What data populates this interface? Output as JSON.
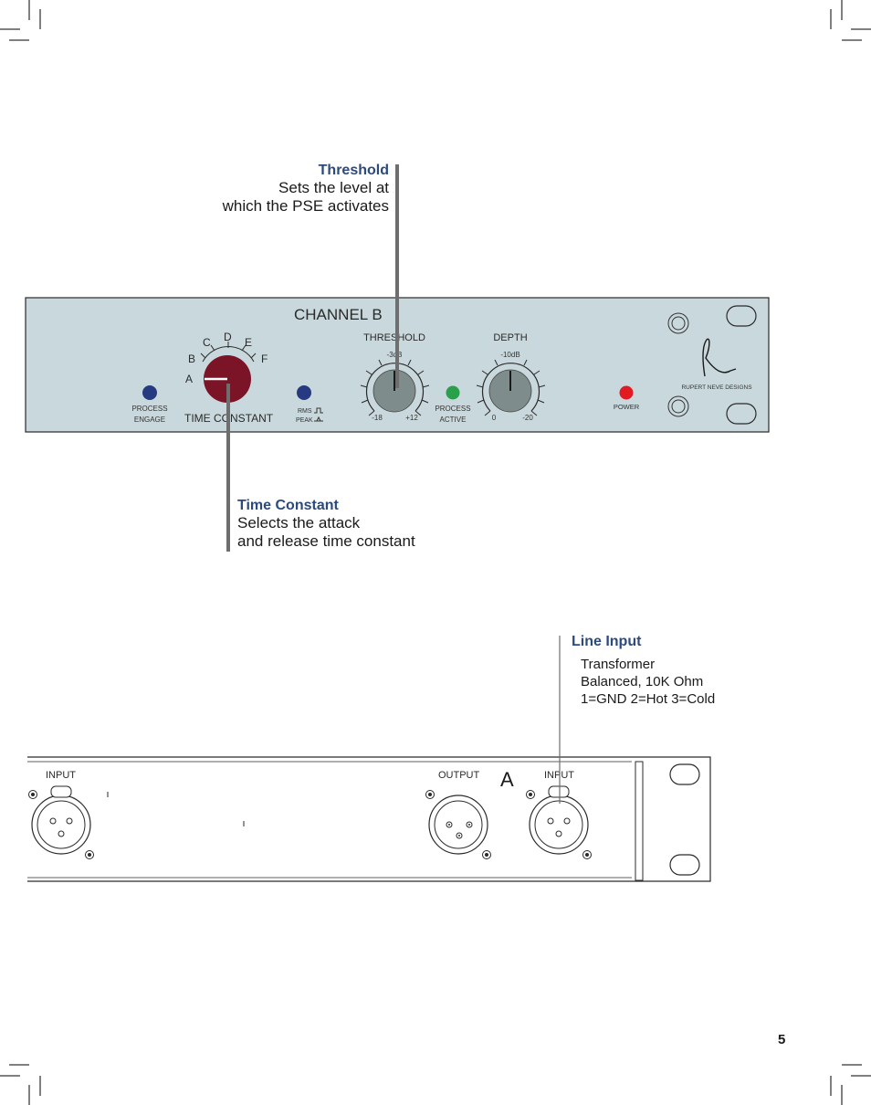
{
  "callouts": {
    "threshold": {
      "title": "Threshold",
      "line1": "Sets the level at",
      "line2": "which the PSE activates"
    },
    "time_constant": {
      "title": "Time Constant",
      "line1": "Selects the attack",
      "line2": "and release time constant"
    },
    "line_input": {
      "title": "Line Input",
      "line1": "Transformer",
      "line2": "Balanced, 10K Ohm",
      "line3": "1=GND 2=Hot 3=Cold"
    }
  },
  "front_panel": {
    "channel_label": "CHANNEL B",
    "time_constant_label": "TIME CONSTANT",
    "time_constant_positions": [
      "A",
      "B",
      "C",
      "D",
      "E",
      "F"
    ],
    "process_engage": [
      "PROCESS",
      "ENGAGE"
    ],
    "rms_label": "RMS",
    "peak_label": "PEAK",
    "threshold": {
      "label": "THRESHOLD",
      "center": "-3dB",
      "min": "-18",
      "max": "+12"
    },
    "process_active": [
      "PROCESS",
      "ACTIVE"
    ],
    "depth": {
      "label": "DEPTH",
      "center": "-10dB",
      "min": "0",
      "max": "-20"
    },
    "power_label": "POWER",
    "brand": "RUPERT NEVE DESIGNS",
    "colors": {
      "panel": "#c9d8dc",
      "knob_red": "#7c1428",
      "knob_gray": "#7f8c8c",
      "led_blue": "#253a80",
      "led_green": "#2aa04a",
      "led_red": "#e21b23"
    }
  },
  "rear_panel": {
    "left_input": "INPUT",
    "output": "OUTPUT",
    "channel": "A",
    "right_input": "INPUT"
  },
  "page_number": "5"
}
